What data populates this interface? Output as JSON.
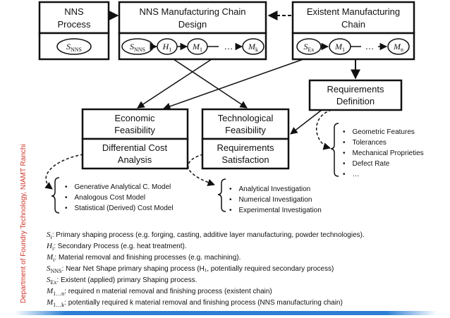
{
  "boxes": {
    "nns_process": {
      "title_line1": "NNS",
      "title_line2": "Process",
      "node": "S",
      "node_sub": "NNS"
    },
    "nns_chain": {
      "title_line1": "NNS Manufacturing Chain",
      "title_line2": "Design",
      "nodes": [
        {
          "sym": "S",
          "sub": "NNS"
        },
        {
          "sym": "H",
          "sub": "1"
        },
        {
          "sym": "M",
          "sub": "1"
        },
        {
          "sym": "M",
          "sub": "k"
        }
      ],
      "ellipsis": "…"
    },
    "existent_chain": {
      "title_line1": "Existent Manufacturing",
      "title_line2": "Chain",
      "nodes": [
        {
          "sym": "S",
          "sub": "Ex"
        },
        {
          "sym": "M",
          "sub": "1"
        },
        {
          "sym": "M",
          "sub": "n"
        }
      ],
      "ellipsis": "…"
    },
    "requirements_definition": {
      "title_line1": "Requirements",
      "title_line2": "Definition"
    },
    "economic": {
      "title_line1": "Economic",
      "title_line2": "Feasibility",
      "sub_line1": "Differential Cost",
      "sub_line2": "Analysis"
    },
    "technological": {
      "title_line1": "Technological",
      "title_line2": "Feasibility",
      "sub_line1": "Requirements",
      "sub_line2": "Satisfaction"
    }
  },
  "lists": {
    "cost_models": [
      "Generative Analytical C. Model",
      "Analogous Cost Model",
      "Statistical (Derived) Cost Model"
    ],
    "investigations": [
      "Analytical Investigation",
      "Numerical Investigation",
      "Experimental Investigation"
    ],
    "requirements": [
      "Geometric Features",
      "Tolerances",
      "Mechanical Proprieties",
      "Defect Rate",
      "…"
    ]
  },
  "legend": [
    {
      "sym": "S",
      "sub": "i",
      "text": ": Primary shaping process (e.g. forging, casting, additive layer manufacturing, powder technologies)."
    },
    {
      "sym": "H",
      "sub": "i",
      "text": ": Secondary Process (e.g. heat treatment)."
    },
    {
      "sym": "M",
      "sub": "i",
      "text": ": Material  removal and finishing processes (e.g. machining)."
    },
    {
      "sym": "S",
      "sub": "NNS",
      "text": ":  Near Net Shape primary shaping process (H₁, potentially required secondary process)"
    },
    {
      "sym": "S",
      "sub": "Ex",
      "text": ": Existent (applied) primary Shaping process."
    },
    {
      "sym": "M",
      "sub": "1…n",
      "text": ": required n material removal and finishing process (existent chain)"
    },
    {
      "sym": "M",
      "sub": "1…k",
      "text": ": potentially required k material removal and finishing process (NNS manufacturing chain)"
    }
  ],
  "side_caption": "Department of Foundry Technology, NIAMT Ranchi",
  "colors": {
    "accent_bar": "#2d7fd3",
    "side_caption": "#d0352a"
  }
}
